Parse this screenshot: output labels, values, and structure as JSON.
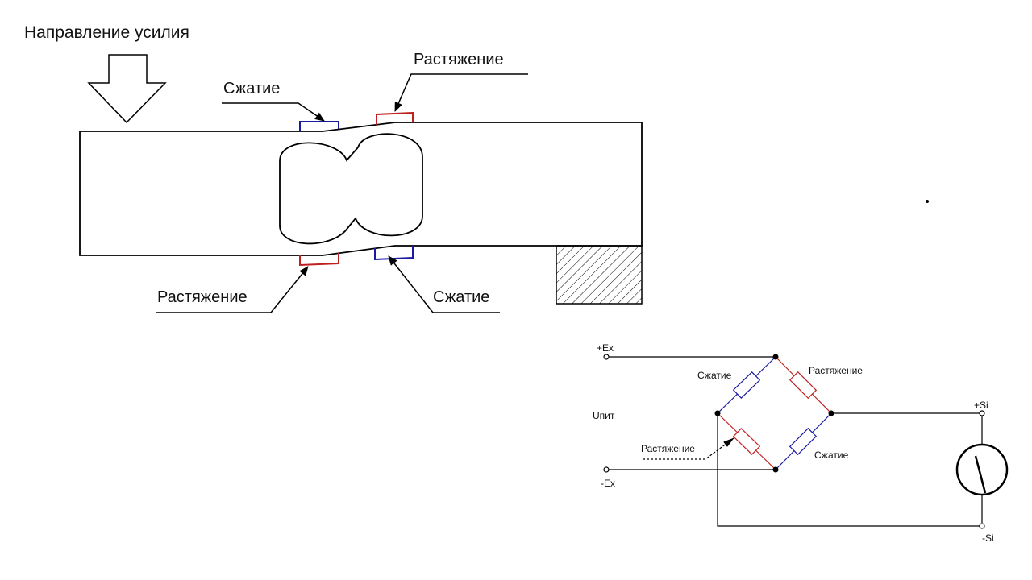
{
  "beam_diagram": {
    "force_label": "Направление усилия",
    "top_left_label": "Сжатие",
    "top_right_label": "Растяжение",
    "bottom_left_label": "Растяжение",
    "bottom_right_label": "Сжатие"
  },
  "circuit": {
    "plus_ex": "+Ex",
    "minus_ex": "-Ex",
    "supply": "Uпит",
    "plus_si": "+Si",
    "minus_si": "-Si",
    "r1_label": "Сжатие",
    "r2_label": "Растяжение",
    "r3_label": "Растяжение",
    "r4_label": "Сжатие"
  },
  "colors": {
    "compression": "#1a1aa0",
    "tension": "#c02020",
    "line": "#000000"
  }
}
